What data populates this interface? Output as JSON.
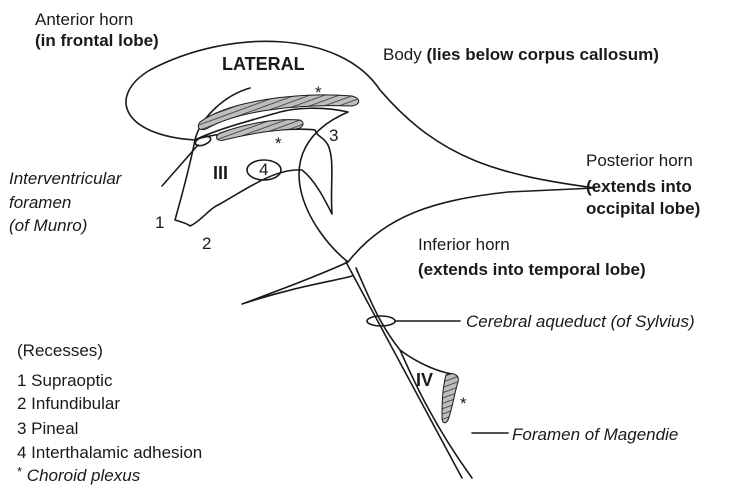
{
  "labels": {
    "anterior_horn": "Anterior horn",
    "anterior_horn_note": "(in frontal lobe)",
    "lateral": "LATERAL",
    "body": "Body",
    "body_note": "(lies below corpus callosum)",
    "posterior_horn": "Posterior horn",
    "posterior_horn_note_1": "(extends into",
    "posterior_horn_note_2": "occipital lobe)",
    "inferior_horn": "Inferior horn",
    "inferior_horn_note": "(extends into temporal lobe)",
    "iv_foramen_1": "Interventricular",
    "iv_foramen_2": "foramen",
    "iv_foramen_3": "(of Munro)",
    "third": "III",
    "fourth": "IV",
    "circle_4": "4",
    "num_1": "1",
    "num_2": "2",
    "num_3": "3",
    "aqueduct": "Cerebral aqueduct (of Sylvius)",
    "magendie": "Foramen of Magendie",
    "asterisk_1": "*",
    "asterisk_2": "*",
    "asterisk_3": "*"
  },
  "legend": {
    "title": "(Recesses)",
    "items": [
      "1 Supraoptic",
      "2 Infundibular",
      "3 Pineal",
      "4 Interthalamic adhesion"
    ],
    "choroid_symbol": "*",
    "choroid": "Choroid plexus"
  },
  "colors": {
    "line": "#1a1a1a",
    "plexus": "#8a8a8a"
  }
}
